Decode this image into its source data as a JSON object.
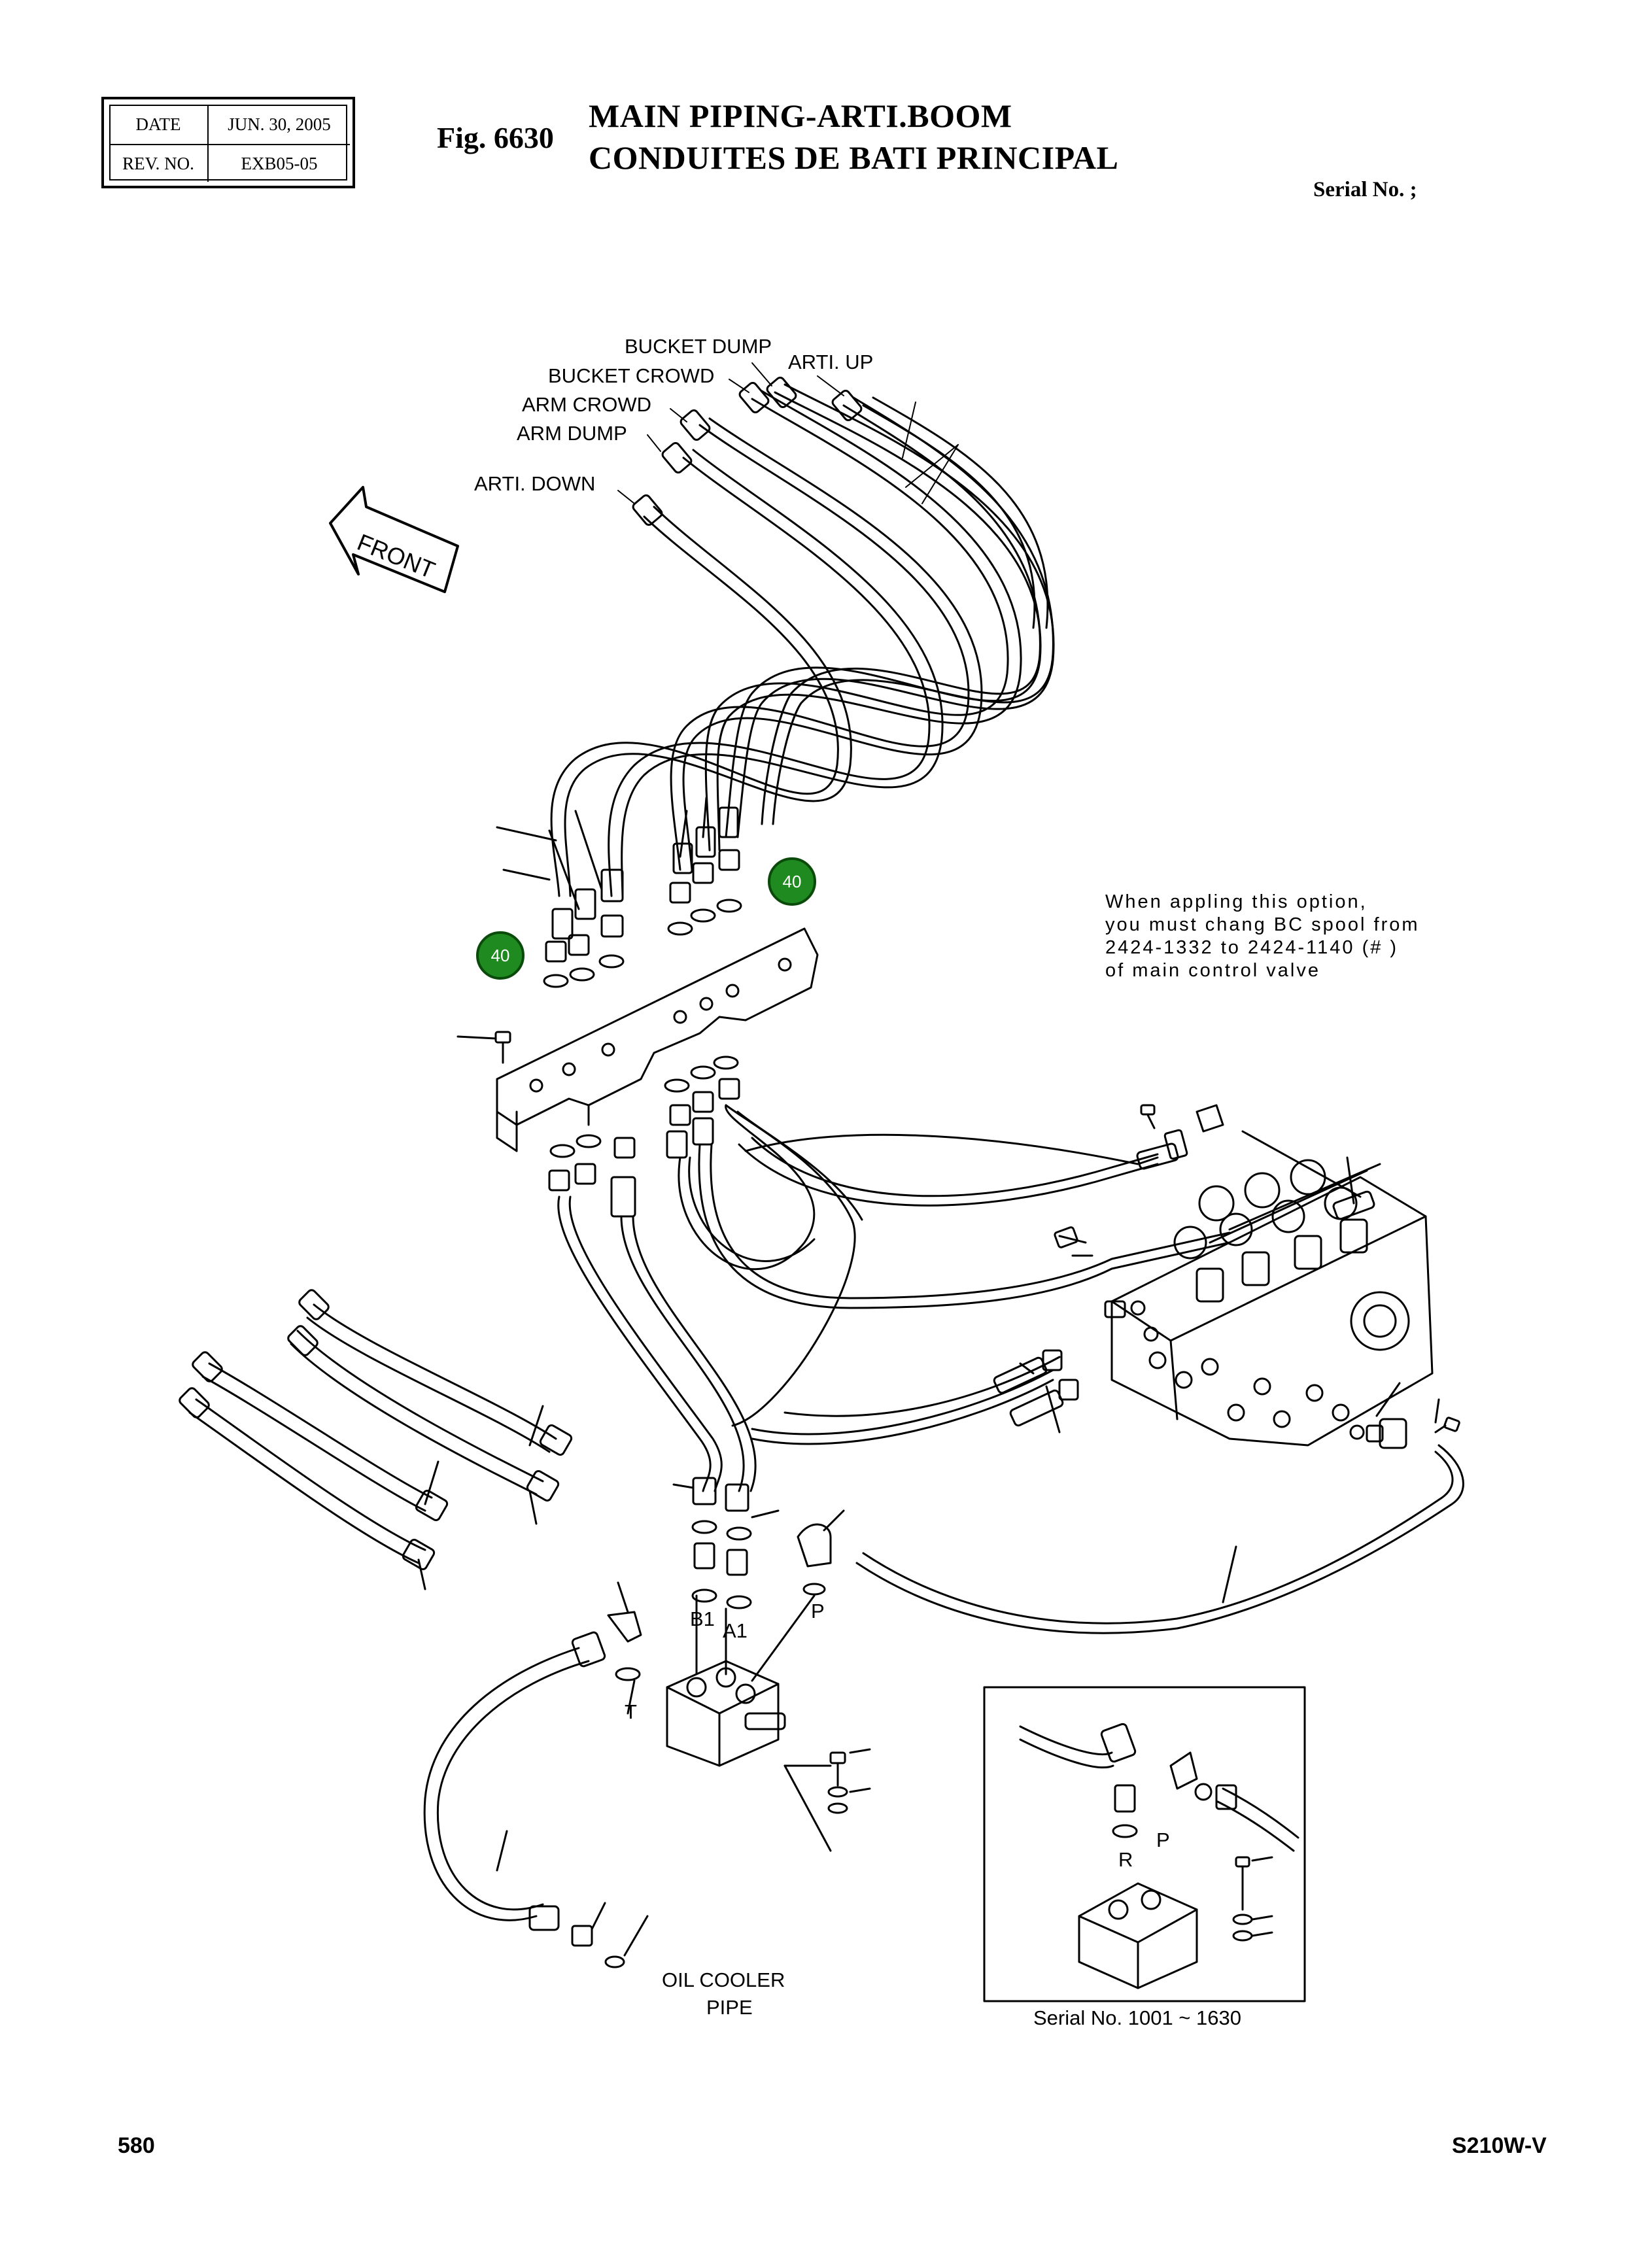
{
  "header": {
    "date_label": "DATE",
    "date_value": "JUN. 30, 2005",
    "rev_label": "REV. NO.",
    "rev_value": "EXB05-05",
    "fig_number": "Fig. 6630",
    "title_line1": "MAIN PIPING-ARTI.BOOM",
    "title_line2": "CONDUITES DE BATI PRINCIPAL",
    "serial_label": "Serial No. ;"
  },
  "hose_labels": {
    "bucket_dump": "BUCKET DUMP",
    "arti_up": "ARTI. UP",
    "bucket_crowd": "BUCKET CROWD",
    "arm_crowd": "ARM CROWD",
    "arm_dump": "ARM DUMP",
    "arti_down": "ARTI. DOWN"
  },
  "front_arrow": "FRONT",
  "callouts": {
    "badge_a": "40",
    "badge_b": "40"
  },
  "note": {
    "line1": "When appling this option,",
    "line2": "you must chang BC spool from",
    "line3": "2424-1332 to 2424-1140 (#    )",
    "line4": "of main control valve"
  },
  "port_labels": {
    "b1": "B1",
    "a1": "A1",
    "p": "P",
    "t": "T",
    "inset_r": "R",
    "inset_p": "P"
  },
  "oil_cooler": {
    "line1": "OIL COOLER",
    "line2": "PIPE"
  },
  "inset_serial": "Serial No. 1001 ~ 1630",
  "footer": {
    "page": "580",
    "model": "S210W-V"
  }
}
